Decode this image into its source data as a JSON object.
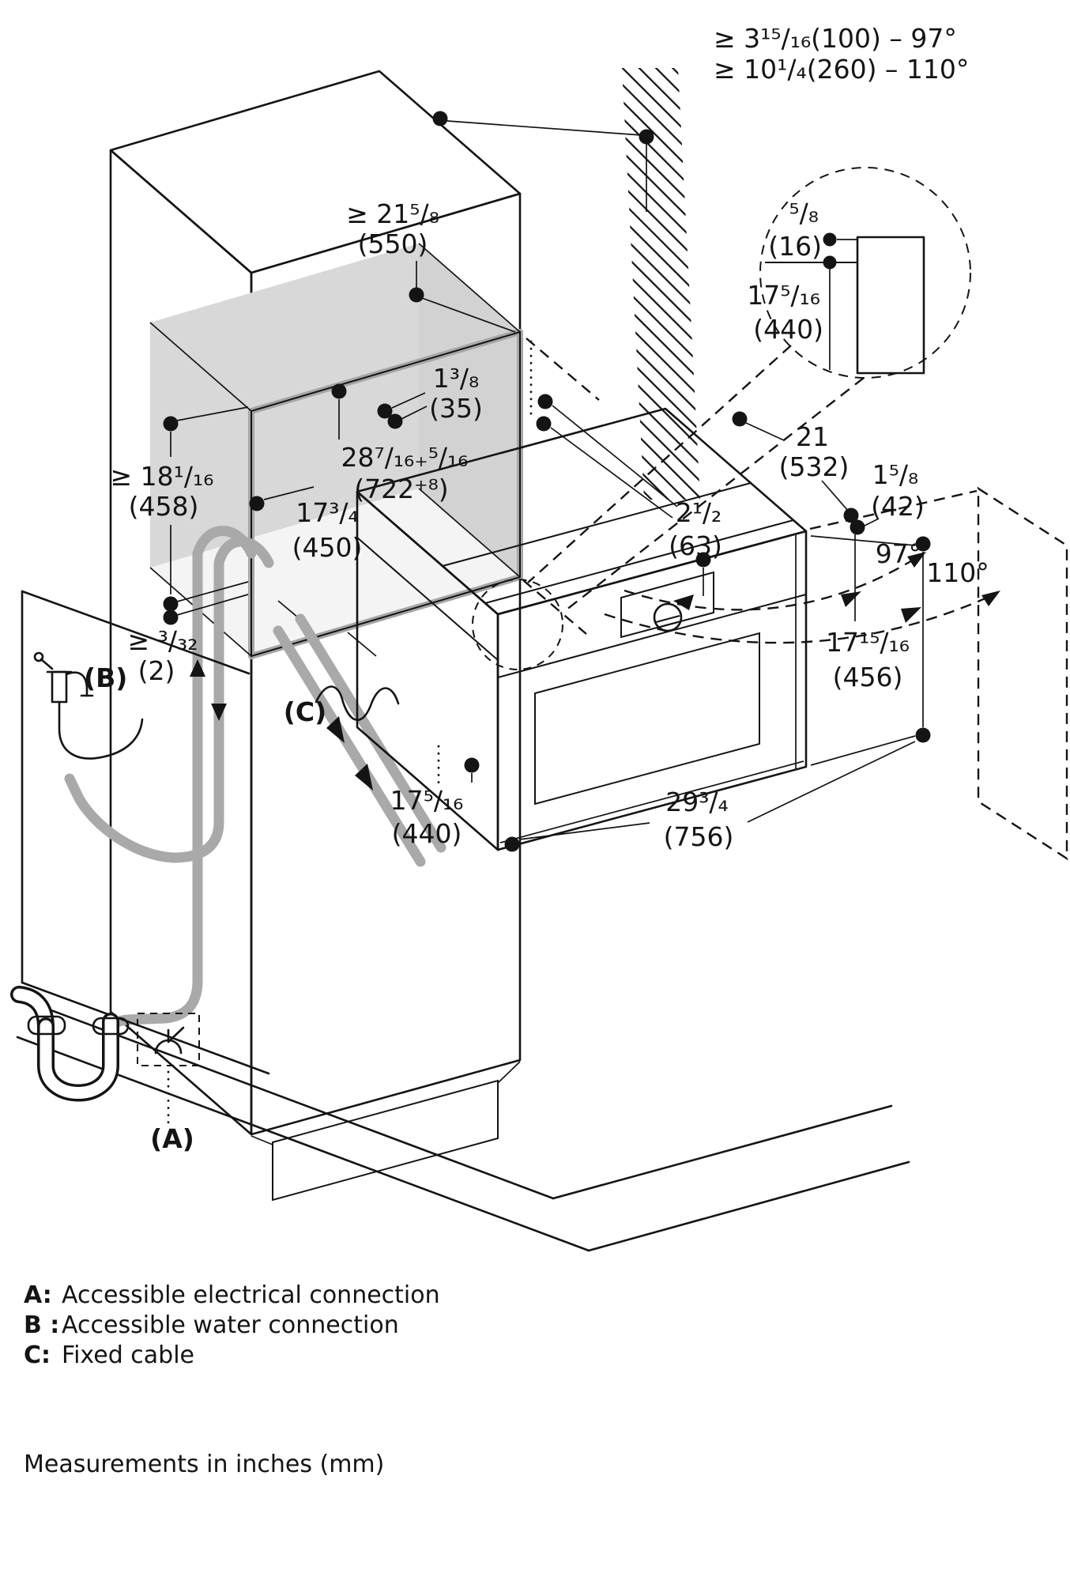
{
  "diagram": {
    "clearance_97": "≥ 3¹⁵/₁₆(100) – 97°",
    "clearance_110": "≥ 10¹/₄(260) – 110°",
    "detail": {
      "gap_in": "⁵/₈",
      "gap_mm": "(16)",
      "panel_in": "17⁵/₁₆",
      "panel_mm": "(440)"
    },
    "dims": {
      "top_clearance": {
        "in": "≥ 21⁵/₈",
        "mm": "(550)"
      },
      "top_recess": {
        "in": "1³/₈",
        "mm": "(35)"
      },
      "niche_width": {
        "in": "28⁷/₁₆₊⁵/₁₆",
        "mm": "(722⁺⁸)"
      },
      "niche_depth": {
        "in": "17³/₄",
        "mm": "(450)"
      },
      "side_clearance": {
        "in": "≥ 18¹/₁₆",
        "mm": "(458)"
      },
      "rear_gap": {
        "in": "≥ ³/₃₂",
        "mm": "(2)"
      },
      "depth_from_wall": {
        "in": "21",
        "mm": "(532)"
      },
      "furniture_panel": {
        "in": "1⁵/₈",
        "mm": "(42)"
      },
      "control_panel": {
        "in": "2¹/₂",
        "mm": "(63)"
      },
      "appliance_height": {
        "in": "17¹⁵/₁₆",
        "mm": "(456)"
      },
      "appliance_depth": {
        "in": "17⁵/₁₆",
        "mm": "(440)"
      },
      "appliance_width": {
        "in": "29³/₄",
        "mm": "(756)"
      }
    },
    "angles": {
      "open_97": "97°",
      "open_110": "110°"
    },
    "connections": {
      "a": "(A)",
      "b": "(B)",
      "c": "(C)"
    }
  },
  "legend": {
    "items": [
      {
        "key": "A:",
        "label": "Accessible electrical connection"
      },
      {
        "key": "B :",
        "label": "Accessible water connection"
      },
      {
        "key": "C:",
        "label": "Fixed cable"
      }
    ],
    "note": "Measurements in inches (mm)"
  }
}
